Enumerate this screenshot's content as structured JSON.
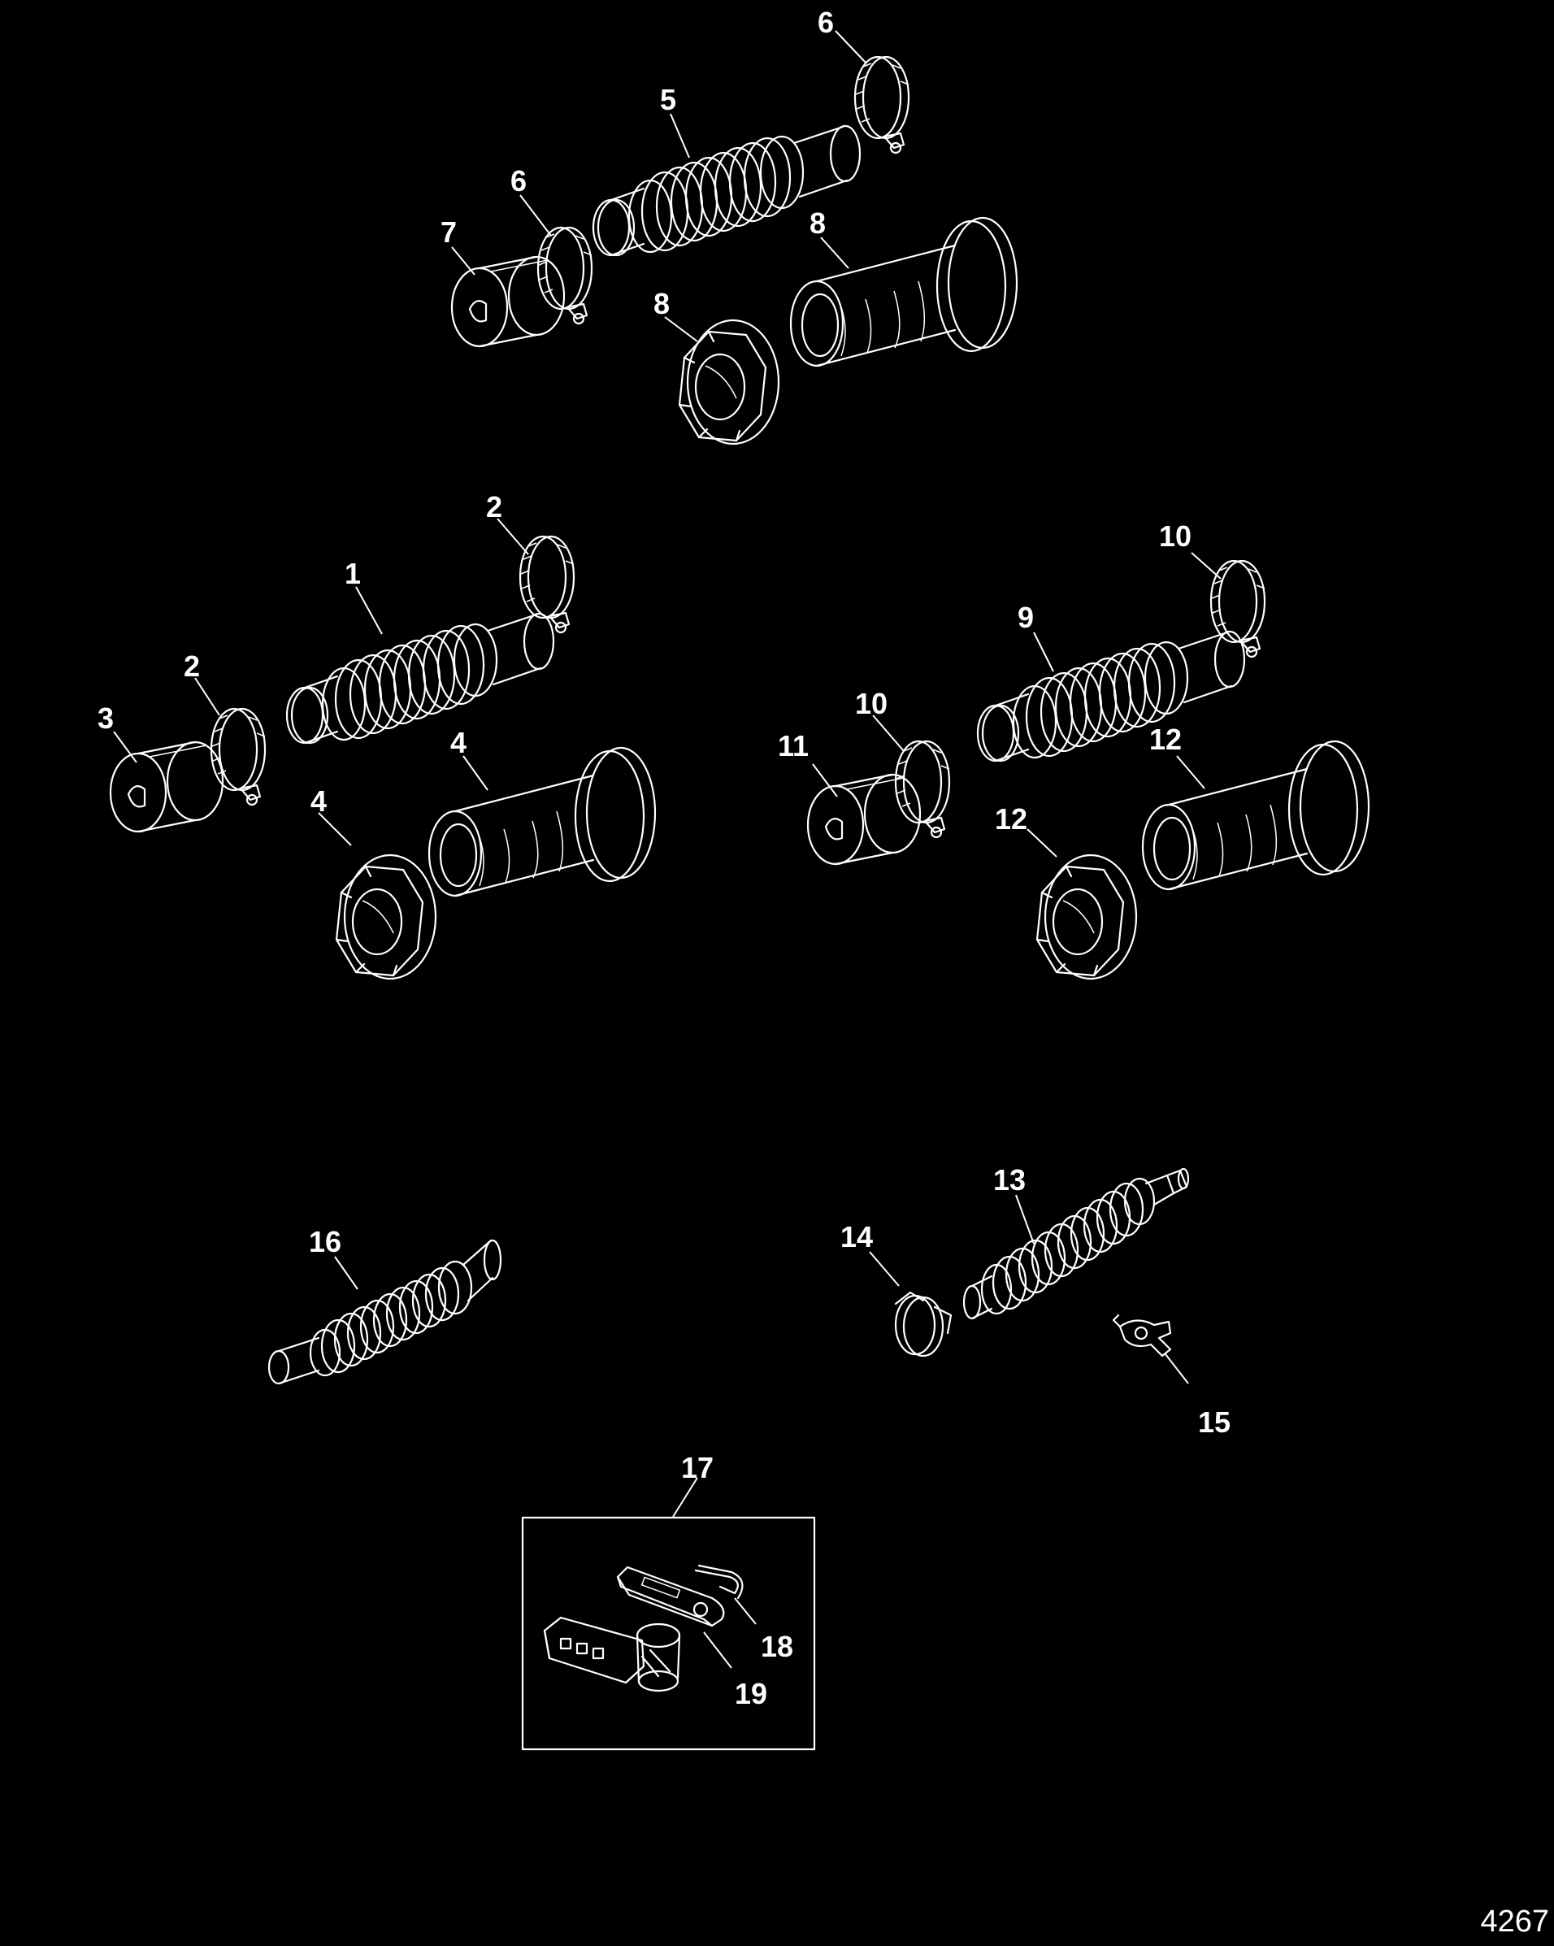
{
  "figure_number": "4267",
  "callouts": [
    {
      "id": "c1",
      "label": "1"
    },
    {
      "id": "c2a",
      "label": "2"
    },
    {
      "id": "c2b",
      "label": "2"
    },
    {
      "id": "c3",
      "label": "3"
    },
    {
      "id": "c4a",
      "label": "4"
    },
    {
      "id": "c4b",
      "label": "4"
    },
    {
      "id": "c5",
      "label": "5"
    },
    {
      "id": "c6a",
      "label": "6"
    },
    {
      "id": "c6b",
      "label": "6"
    },
    {
      "id": "c7",
      "label": "7"
    },
    {
      "id": "c8a",
      "label": "8"
    },
    {
      "id": "c8b",
      "label": "8"
    },
    {
      "id": "c9",
      "label": "9"
    },
    {
      "id": "c10a",
      "label": "10"
    },
    {
      "id": "c10b",
      "label": "10"
    },
    {
      "id": "c11",
      "label": "11"
    },
    {
      "id": "c12a",
      "label": "12"
    },
    {
      "id": "c12b",
      "label": "12"
    },
    {
      "id": "c13",
      "label": "13"
    },
    {
      "id": "c14",
      "label": "14"
    },
    {
      "id": "c15",
      "label": "15"
    },
    {
      "id": "c16",
      "label": "16"
    },
    {
      "id": "c17",
      "label": "17"
    },
    {
      "id": "c18",
      "label": "18"
    },
    {
      "id": "c19",
      "label": "19"
    }
  ]
}
